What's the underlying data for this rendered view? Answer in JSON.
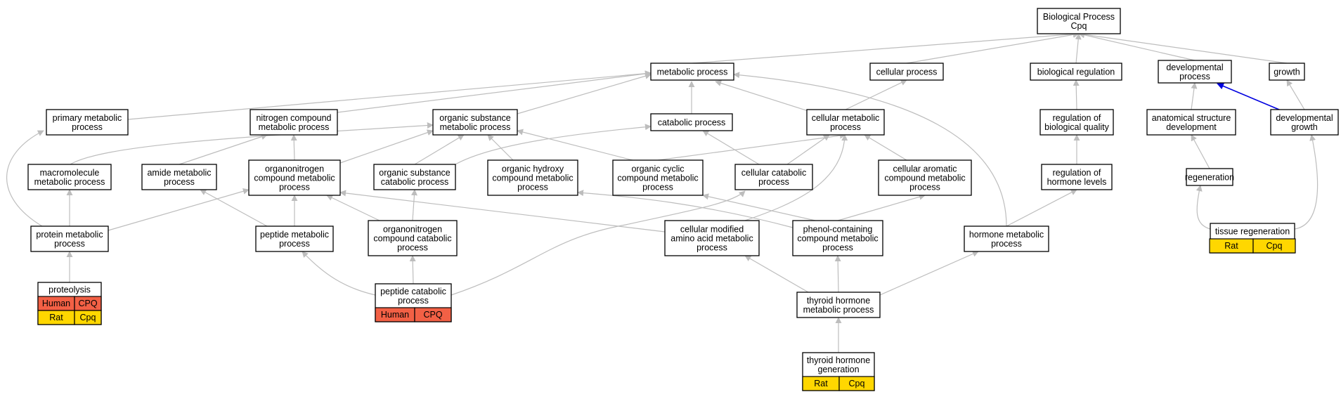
{
  "colors": {
    "edge": "#bdbdbd",
    "edge_highlight": "#0000e0",
    "node_border": "#000000",
    "node_fill": "#ffffff",
    "human": "#f26045",
    "rat": "#ffd700"
  },
  "nodes": {
    "bp": [
      "Biological Process",
      "Cpq"
    ],
    "metabolic": [
      "metabolic process"
    ],
    "cellular": [
      "cellular process"
    ],
    "bioreg": [
      "biological regulation"
    ],
    "devproc": [
      "developmental",
      "process"
    ],
    "growth": [
      "growth"
    ],
    "primary": [
      "primary metabolic",
      "process"
    ],
    "nitrogen": [
      "nitrogen compound",
      "metabolic process"
    ],
    "organic": [
      "organic substance",
      "metabolic process"
    ],
    "catabolic": [
      "catabolic process"
    ],
    "cellmeta": [
      "cellular metabolic",
      "process"
    ],
    "regqual": [
      "regulation of",
      "biological quality"
    ],
    "anat": [
      "anatomical structure",
      "development"
    ],
    "devgrowth": [
      "developmental",
      "growth"
    ],
    "macro": [
      "macromolecule",
      "metabolic process"
    ],
    "amide": [
      "amide metabolic",
      "process"
    ],
    "orgnitro": [
      "organonitrogen",
      "compound metabolic",
      "process"
    ],
    "orgcat": [
      "organic substance",
      "catabolic process"
    ],
    "hydroxy": [
      "organic hydroxy",
      "compound metabolic",
      "process"
    ],
    "cyclic": [
      "organic cyclic",
      "compound metabolic",
      "process"
    ],
    "cellcat": [
      "cellular catabolic",
      "process"
    ],
    "aromatic": [
      "cellular aromatic",
      "compound metabolic",
      "process"
    ],
    "reghorm": [
      "regulation of",
      "hormone levels"
    ],
    "regen": [
      "regeneration"
    ],
    "protein": [
      "protein metabolic",
      "process"
    ],
    "peptide": [
      "peptide metabolic",
      "process"
    ],
    "orgnitrocat": [
      "organonitrogen",
      "compound catabolic",
      "process"
    ],
    "cellmod": [
      "cellular modified",
      "amino acid metabolic",
      "process"
    ],
    "phenol": [
      "phenol-containing",
      "compound metabolic",
      "process"
    ],
    "hormone": [
      "hormone metabolic",
      "process"
    ],
    "tissue": [
      "tissue regeneration"
    ],
    "proteolysis": [
      "proteolysis"
    ],
    "peptcat": [
      "peptide catabolic",
      "process"
    ],
    "thyroid": [
      "thyroid hormone",
      "metabolic process"
    ],
    "thygen": [
      "thyroid hormone",
      "generation"
    ]
  },
  "annotations": {
    "tissue": [
      [
        "Rat",
        "Cpq"
      ]
    ],
    "proteolysis": [
      [
        "Human",
        "CPQ"
      ],
      [
        "Rat",
        "Cpq"
      ]
    ],
    "peptcat": [
      [
        "Human",
        "CPQ"
      ]
    ],
    "thygen": [
      [
        "Rat",
        "Cpq"
      ]
    ]
  },
  "edges": [
    [
      "metabolic",
      "bp"
    ],
    [
      "cellular",
      "bp"
    ],
    [
      "bioreg",
      "bp"
    ],
    [
      "devproc",
      "bp"
    ],
    [
      "growth",
      "bp"
    ],
    [
      "primary",
      "metabolic"
    ],
    [
      "nitrogen",
      "metabolic"
    ],
    [
      "organic",
      "metabolic"
    ],
    [
      "catabolic",
      "metabolic"
    ],
    [
      "cellmeta",
      "metabolic"
    ],
    [
      "hormone",
      "metabolic"
    ],
    [
      "cellmeta",
      "cellular"
    ],
    [
      "regqual",
      "bioreg"
    ],
    [
      "anat",
      "devproc"
    ],
    [
      "devgrowth",
      "devproc"
    ],
    [
      "devgrowth",
      "growth"
    ],
    [
      "macro",
      "organic"
    ],
    [
      "amide",
      "nitrogen"
    ],
    [
      "orgnitro",
      "nitrogen"
    ],
    [
      "orgnitro",
      "organic"
    ],
    [
      "orgcat",
      "organic"
    ],
    [
      "orgcat",
      "catabolic"
    ],
    [
      "hydroxy",
      "organic"
    ],
    [
      "cyclic",
      "organic"
    ],
    [
      "cyclic",
      "cellmeta"
    ],
    [
      "cellcat",
      "catabolic"
    ],
    [
      "cellcat",
      "cellmeta"
    ],
    [
      "aromatic",
      "cellmeta"
    ],
    [
      "reghorm",
      "regqual"
    ],
    [
      "regen",
      "anat"
    ],
    [
      "tissue",
      "regen"
    ],
    [
      "tissue",
      "devgrowth"
    ],
    [
      "protein",
      "primary"
    ],
    [
      "protein",
      "macro"
    ],
    [
      "protein",
      "orgnitro"
    ],
    [
      "peptide",
      "amide"
    ],
    [
      "peptide",
      "orgnitro"
    ],
    [
      "orgnitrocat",
      "orgnitro"
    ],
    [
      "orgnitrocat",
      "orgcat"
    ],
    [
      "cellmod",
      "orgnitro"
    ],
    [
      "cellmod",
      "cellmeta"
    ],
    [
      "phenol",
      "hydroxy"
    ],
    [
      "phenol",
      "cyclic"
    ],
    [
      "phenol",
      "aromatic"
    ],
    [
      "hormone",
      "reghorm"
    ],
    [
      "proteolysis",
      "protein"
    ],
    [
      "peptcat",
      "peptide"
    ],
    [
      "peptcat",
      "orgnitrocat"
    ],
    [
      "peptcat",
      "cellcat"
    ],
    [
      "thyroid",
      "cellmod"
    ],
    [
      "thyroid",
      "phenol"
    ],
    [
      "thyroid",
      "hormone"
    ],
    [
      "thygen",
      "thyroid"
    ]
  ],
  "highlight_edge": [
    "devgrowth",
    "devproc"
  ]
}
